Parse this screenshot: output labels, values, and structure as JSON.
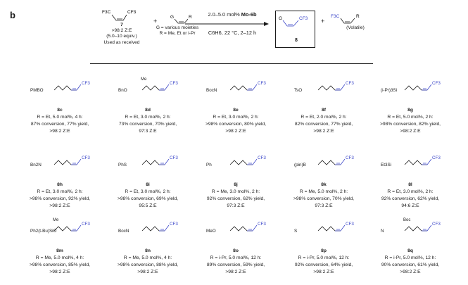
{
  "panel_label": "b",
  "scheme": {
    "reagent": {
      "formula_left": "F3C",
      "formula_right": "CF3",
      "id": "7",
      "lines": [
        ">98:2 Z:E",
        "(5.0–10 equiv.)",
        "Used as received"
      ]
    },
    "substrate": {
      "label": "G",
      "substituent": "R",
      "lines": [
        "G = various moieties",
        "R = Me, Et or i-Pr"
      ]
    },
    "conditions": {
      "line1_prefix": "2.0–5.0 mol% ",
      "line1_catalyst": "Mo-6b",
      "line2": "C6H6, 22 °C, 2–12 h"
    },
    "product": {
      "group": "G",
      "cf3": "CF3",
      "id": "8"
    },
    "byproduct": {
      "left": "F3C",
      "right": "R",
      "note": "(Volatile)"
    }
  },
  "products": [
    {
      "id": "8c",
      "fragment": "PMBO",
      "lines": [
        "R = Et, 5.0 mol%, 4 h:",
        "87% conversion, 77% yield,",
        ">98:2 Z:E"
      ]
    },
    {
      "id": "8d",
      "fragment": "BnO",
      "extra": "Me",
      "lines": [
        "R = Et, 3.0 mol%, 2 h:",
        "73% conversion, 70% yield,",
        "97:3 Z:E"
      ]
    },
    {
      "id": "8e",
      "fragment": "BocN",
      "lines": [
        "R = Et, 3.0 mol%, 2 h:",
        ">98% conversion, 80% yield,",
        ">98:2 Z:E"
      ]
    },
    {
      "id": "8f",
      "fragment": "TsO",
      "lines": [
        "R = Et, 2.0 mol%, 2 h:",
        "82% conversion, 77% yield,",
        ">98:2 Z:E"
      ]
    },
    {
      "id": "8g",
      "fragment": "(i-Pr)3Si",
      "lines": [
        "R = Et, 5.0 mol%, 2 h:",
        ">98% conversion, 82% yield,",
        ">98:2 Z:E"
      ]
    },
    {
      "id": "8h",
      "fragment": "Bn2N",
      "lines": [
        "R = Et, 3.0 mol%, 2 h:",
        ">98% conversion, 92% yield,",
        ">98:2 Z:E"
      ]
    },
    {
      "id": "8i",
      "fragment": "PhS",
      "lines": [
        "R = Et, 3.0 mol%, 2 h:",
        ">98% conversion, 69% yield,",
        "95:5 Z:E"
      ]
    },
    {
      "id": "8j",
      "fragment": "Ph",
      "lines": [
        "R = Me, 3.0 mol%, 2 h:",
        "92% conversion, 62% yield,",
        "97:3 Z:E"
      ]
    },
    {
      "id": "8k",
      "fragment": "(pin)B",
      "lines": [
        "R = Me, 5.0 mol%, 2 h:",
        ">98% conversion, 70% yield,",
        "97:3 Z:E"
      ]
    },
    {
      "id": "8l",
      "fragment": "Et3Si",
      "lines": [
        "R = Et, 3.0 mol%, 2 h:",
        "92% conversion, 62% yield,",
        "94:6 Z:E"
      ]
    },
    {
      "id": "8m",
      "fragment": "Ph2(t-Bu)SiO",
      "extra": "Me",
      "lines": [
        "R = Me, 5.0 mol%, 4 h:",
        ">98% conversion, 85% yield,",
        ">98:2 Z:E"
      ]
    },
    {
      "id": "8n",
      "fragment": "BocN",
      "lines": [
        "R = Me, 5.0 mol%, 4 h:",
        ">98% conversion, 88% yield,",
        ">98:2 Z:E"
      ]
    },
    {
      "id": "8o",
      "fragment": "MeO",
      "lines": [
        "R = i-Pr, 5.0 mol%, 12 h:",
        "89% conversion, 59% yield,",
        ">98:2 Z:E"
      ]
    },
    {
      "id": "8p",
      "fragment": "S",
      "lines": [
        "R = i-Pr, 5.0 mol%, 12 h:",
        "92% conversion, 64% yield,",
        ">98:2 Z:E"
      ]
    },
    {
      "id": "8q",
      "fragment": "N",
      "extra": "Boc",
      "lines": [
        "R = i-Pr, 5.0 mol%, 12 h:",
        "90% conversion, 61% yield,",
        ">98:2 Z:E"
      ]
    }
  ],
  "cf3_label": "CF3",
  "colors": {
    "ink": "#1a1a1a",
    "cf3_accent": "#3b46c9"
  }
}
